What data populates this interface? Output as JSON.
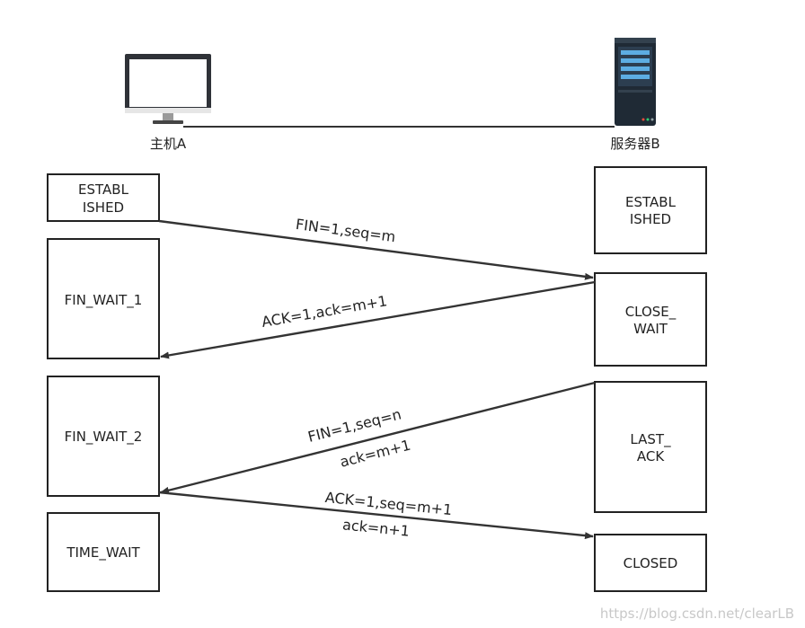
{
  "hosts": {
    "client_label": "主机A",
    "server_label": "服务器B"
  },
  "client_states": {
    "established_line1": "ESTABL",
    "established_line2": "ISHED",
    "fin_wait_1": "FIN_WAIT_1",
    "fin_wait_2": "FIN_WAIT_2",
    "time_wait": "TIME_WAIT"
  },
  "server_states": {
    "established_line1": "ESTABL",
    "established_line2": "ISHED",
    "close_wait_line1": "CLOSE_",
    "close_wait_line2": "WAIT",
    "last_ack_line1": "LAST_",
    "last_ack_line2": "ACK",
    "closed": "CLOSED"
  },
  "messages": {
    "msg1": "FIN=1,seq=m",
    "msg2": "ACK=1,ack=m+1",
    "msg3_line1": "FIN=1,seq=n",
    "msg3_line2": "ack=m+1",
    "msg4_line1": "ACK=1,seq=m+1",
    "msg4_line2": "ack=n+1"
  },
  "watermark": "https://blog.csdn.net/clearLB"
}
